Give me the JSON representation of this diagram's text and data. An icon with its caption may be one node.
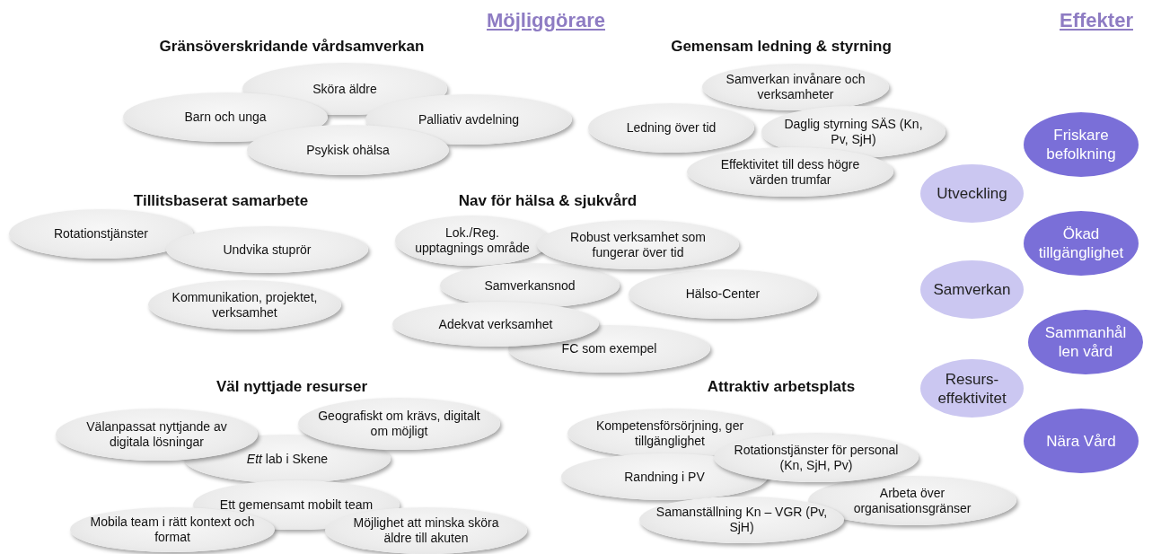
{
  "diagram": {
    "nodes": [
      {
        "text": [
          "Sköra äldre"
        ]
      },
      {
        "text": [
          "Barn och unga"
        ]
      },
      {
        "text": [
          "Palliativ avdelning"
        ]
      },
      {
        "text": [
          "Psykisk ohälsa"
        ]
      },
      {
        "text": [
          "Samverkan invånare och verksamheter"
        ]
      },
      {
        "text": [
          "Ledning över tid"
        ]
      },
      {
        "text": [
          "Daglig styrning SÄS (Kn, Pv, SjH)"
        ]
      },
      {
        "text": [
          "Effektivitet till dess högre värden trumfar"
        ]
      },
      {
        "text": [
          "Friskare befolkning"
        ]
      },
      {
        "text": [
          "Utveckling"
        ]
      },
      {
        "text": [
          "Ökad tillgänglighet"
        ]
      },
      {
        "text": [
          "Samverkan"
        ]
      },
      {
        "text": [
          "Sammanhål len vård"
        ]
      },
      {
        "text": [
          "Resurs- effektivitet"
        ]
      },
      {
        "text": [
          "Nära Vård"
        ]
      },
      {
        "text": [
          "Rotationstjänster"
        ]
      },
      {
        "text": [
          "Undvika stuprör"
        ]
      },
      {
        "text": [
          "Kommunikation, projektet, verksamhet"
        ]
      },
      {
        "text": [
          "Lok./Reg. upptagnings område"
        ]
      },
      {
        "text": [
          "Robust verksamhet som fungerar över tid"
        ]
      },
      {
        "text": [
          "Samverkansnod"
        ]
      },
      {
        "text": [
          "Hälso-Center"
        ]
      },
      {
        "text": [
          "Adekvat verksamhet"
        ]
      },
      {
        "text": [
          "FC som exempel"
        ]
      },
      {
        "text": [
          "Välanpassat nyttjande av digitala lösningar"
        ]
      },
      {
        "text": [
          "Geografiskt om krävs, digitalt om möjligt"
        ]
      },
      {
        "text": [
          "*Ett* lab i Skene"
        ]
      },
      {
        "text": [
          "Ett gemensamt mobilt team"
        ]
      },
      {
        "text": [
          "Mobila team i rätt kontext och format"
        ]
      },
      {
        "text": [
          "Möjlighet att minska sköra äldre till akuten"
        ]
      },
      {
        "text": [
          "Kompetensförsörjning, ger tillgänglighet"
        ]
      },
      {
        "text": [
          "Rotationstjänster för personal (Kn, SjH, Pv)"
        ]
      },
      {
        "text": [
          "Randning i PV"
        ]
      },
      {
        "text": [
          "Arbeta över organisationsgränser"
        ]
      },
      {
        "text": [
          "Samanställning Kn – VGR (Pv, SjH)"
        ]
      }
    ],
    "labels": [
      "Möjliggörare",
      "Effekter",
      "Gränsöverskridande vårdsamverkan",
      "Gemensam ledning & styrning",
      "Tillitsbaserat samarbete",
      "Nav för hälsa & sjukvård",
      "Väl nyttjade resurser",
      "Attraktiv arbetsplats"
    ]
  }
}
